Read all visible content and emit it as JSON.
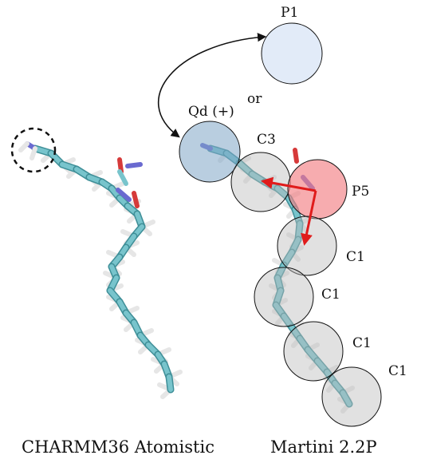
{
  "colors": {
    "carbon": "#78c4cc",
    "hydrogen": "#e6e6e6",
    "nitrogen": "#6a6ad0",
    "oxygen": "#d63a3a",
    "bead_grey": "#bdbdbd",
    "bead_qd": "#7fa6c6",
    "bead_p5": "#f27f84",
    "bead_p1": "#dde8f7",
    "arrow_red": "#e01b1b"
  },
  "beads": {
    "p1": "P1",
    "qd": "Qd (+)",
    "c3": "C3",
    "p5": "P5",
    "c1a": "C1",
    "c1b": "C1",
    "c1c": "C1",
    "c1d": "C1"
  },
  "labels": {
    "or": "or"
  },
  "captions": {
    "atomistic": "CHARMM36 Atomistic",
    "martini": "Martini 2.2P"
  }
}
